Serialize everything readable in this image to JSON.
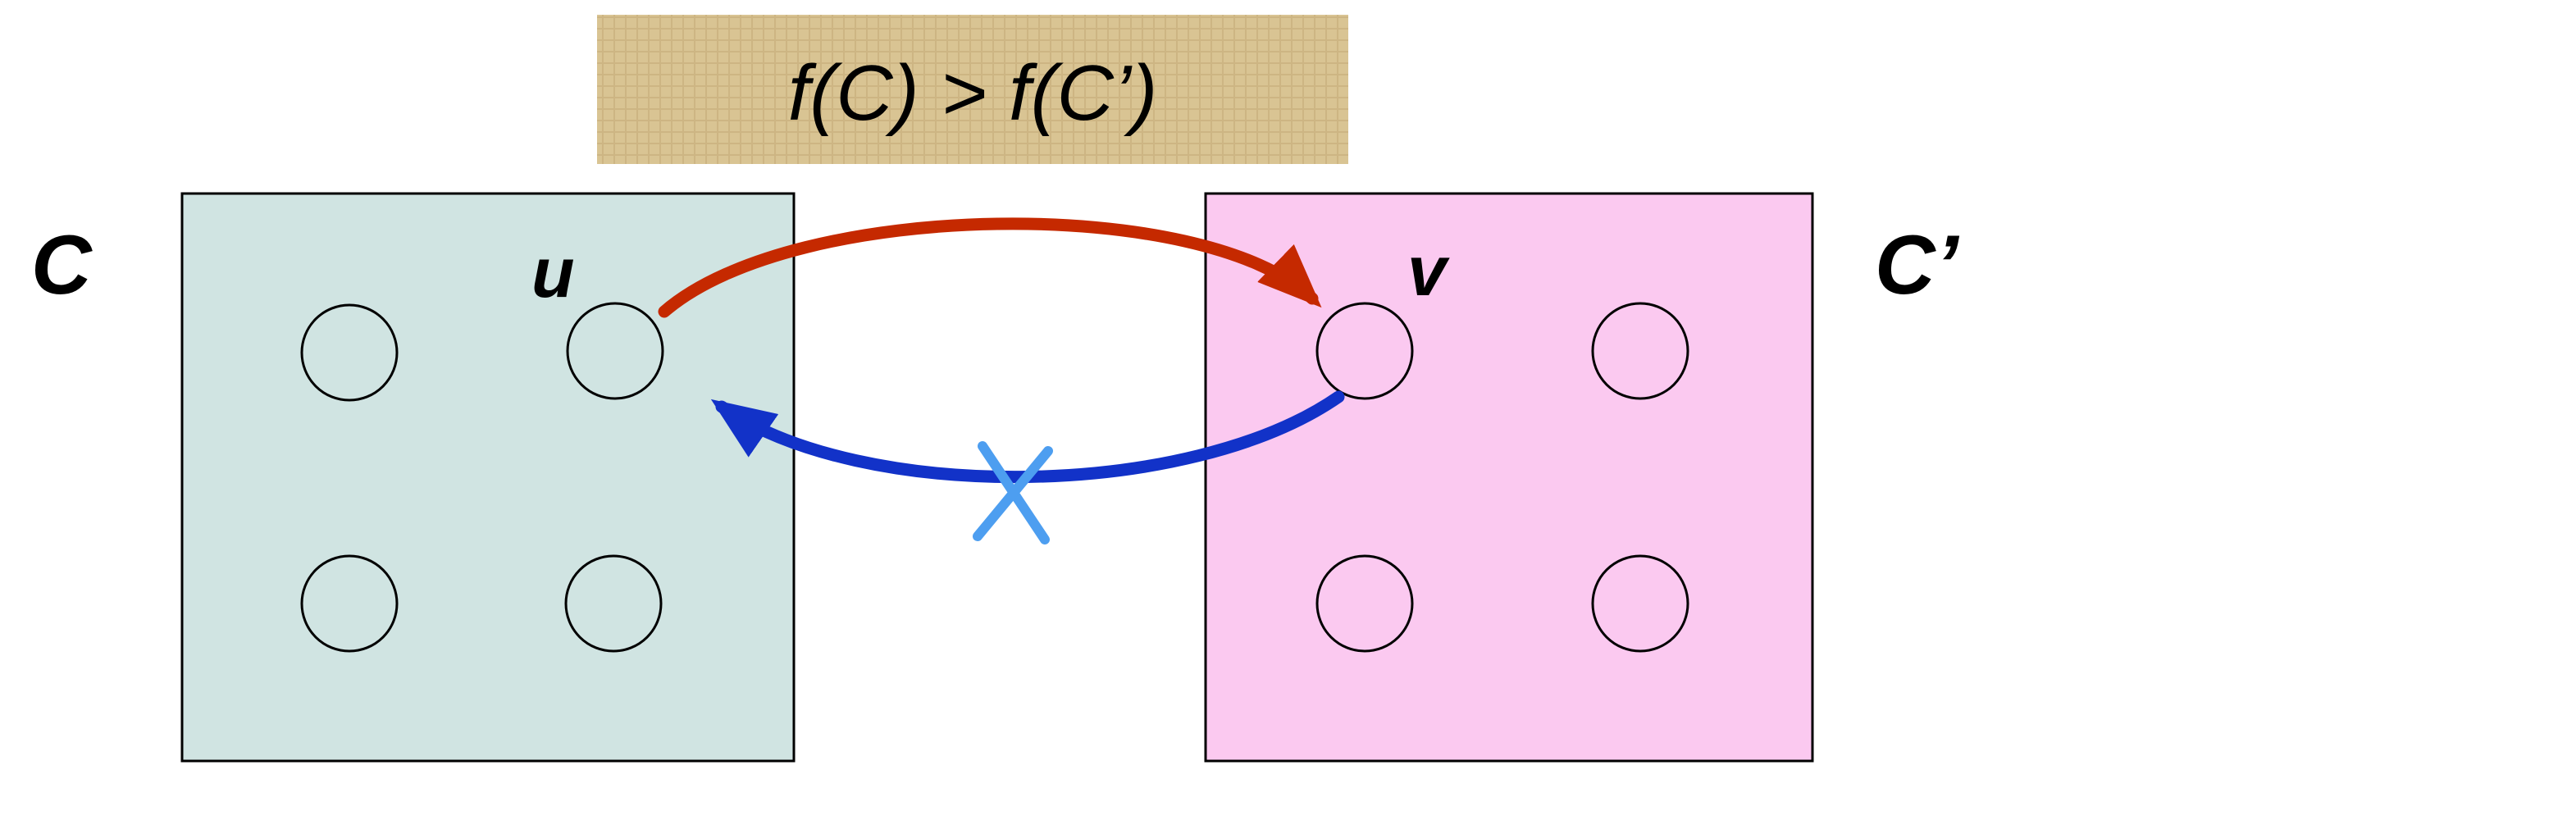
{
  "formula": {
    "text": "f(C) > f(C’)"
  },
  "clusters": {
    "left": {
      "label": "C",
      "node_label": "u"
    },
    "right": {
      "label": "C’",
      "node_label": "v"
    }
  },
  "colors": {
    "formula_background": "#d9c493",
    "left_box_fill": "#d0e4e2",
    "right_box_fill": "#fbc9f0",
    "box_outline": "#000000",
    "forward_arrow": "#c52900",
    "return_arrow": "#1232c8",
    "cross_mark": "#4d9ef0"
  }
}
